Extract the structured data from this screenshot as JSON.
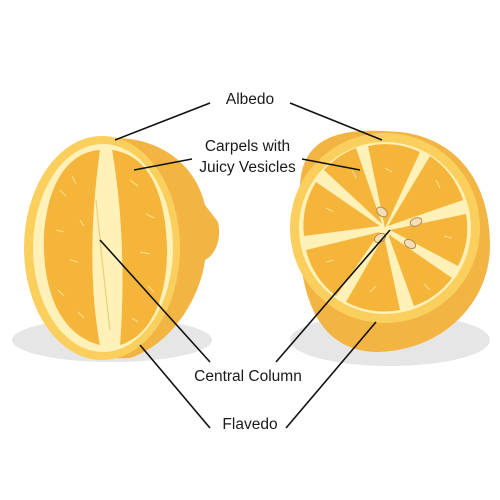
{
  "labels": {
    "albedo": "Albedo",
    "carpels_line1": "Carpels with",
    "carpels_line2": "Juicy Vesicles",
    "central_column": "Central Column",
    "flavedo": "Flavedo"
  },
  "colors": {
    "flavedo_dark": "#f2b544",
    "flavedo_light": "#fbcf5e",
    "albedo": "#fff1b8",
    "carpel": "#f5b53a",
    "carpel_light": "#f9c95a",
    "seed": "#f4dfb8",
    "shadow": "#e6e6e6",
    "line": "#111111"
  }
}
